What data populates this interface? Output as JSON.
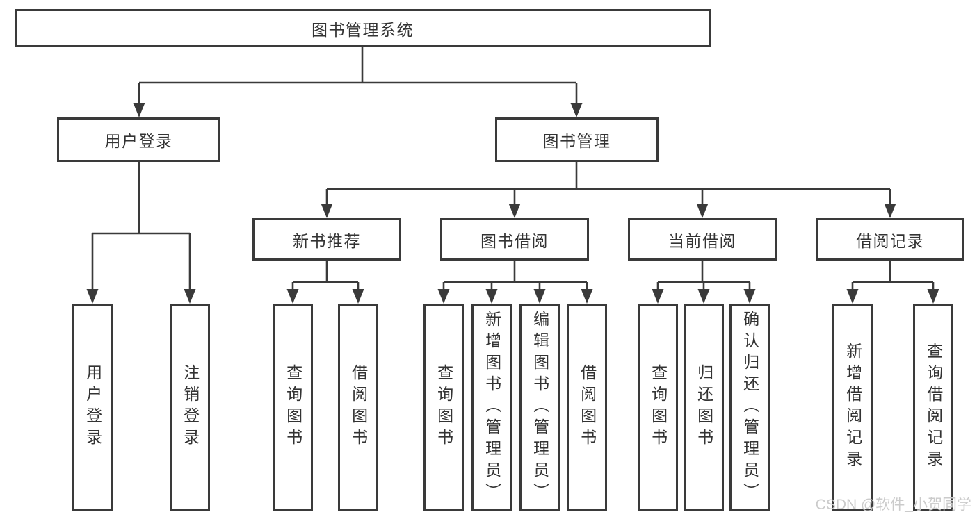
{
  "diagram": {
    "nodes": {
      "root": "图书管理系统",
      "user_login": "用户登录",
      "book_mgmt": "图书管理",
      "new_books": "新书推荐",
      "book_borrow": "图书借阅",
      "current_borrow": "当前借阅",
      "borrow_records": "借阅记录"
    },
    "children": {
      "user_login": [
        "用户登录",
        "注销登录"
      ],
      "new_books": [
        "查询图书",
        "借阅图书"
      ],
      "book_borrow": [
        "查询图书",
        "新增图书（管理员）",
        "编辑图书（管理员）",
        "借阅图书"
      ],
      "current_borrow": [
        "查询图书",
        "归还图书",
        "确认归还（管理员）"
      ],
      "borrow_records": [
        "新增借阅记录",
        "查询借阅记录"
      ]
    },
    "watermark": "CSDN @软件_小贺同学",
    "colors": {
      "line": "#3a3a3a",
      "text": "#333333",
      "background": "#ffffff",
      "watermark": "#cbcbcb"
    }
  }
}
